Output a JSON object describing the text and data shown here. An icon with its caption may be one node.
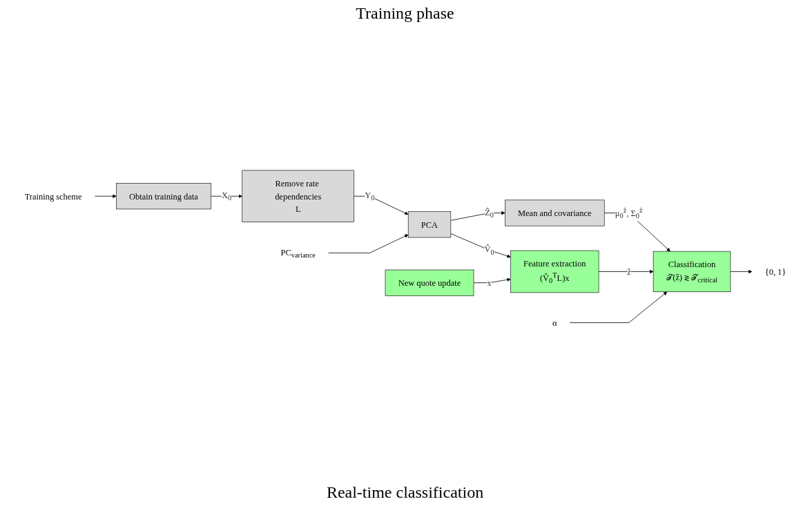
{
  "diagram": {
    "nodes": [
      {
        "text": [
          "Training scheme"
        ]
      },
      {
        "text": [
          "PC$_{variance}$"
        ]
      },
      {
        "text": [
          "Obtain training data"
        ]
      },
      {
        "text": [
          "Remove rate dependencies",
          "L"
        ]
      },
      {
        "text": [
          "PCA"
        ]
      },
      {
        "text": [
          "Mean and covariance"
        ]
      },
      {
        "text": [
          "New quote update"
        ]
      },
      {
        "text": [
          "Feature extraction",
          "(V̂$_{0}$$^{T}$L)x"
        ]
      },
      {
        "text": [
          "Classification",
          "𝒯(ẑ) ≷ 𝒯$_{critical}$"
        ]
      },
      {
        "text": [
          "{0, 1}"
        ]
      },
      {
        "text": [
          "α"
        ]
      }
    ],
    "edges": [
      {
        "from": 0,
        "to": 2,
        "arrow": "to"
      },
      {
        "from": 2,
        "to": 3,
        "arrow": "to",
        "label": "X$_{0}$"
      },
      {
        "from": 3,
        "to": 4,
        "arrow": "to",
        "label": "Y$_{0}$"
      },
      {
        "from": 1,
        "to": 4,
        "arrow": "to"
      },
      {
        "from": 4,
        "to": 5,
        "arrow": "to",
        "label": "Ẑ$_{0}$"
      },
      {
        "from": 4,
        "to": 7,
        "arrow": "to",
        "label": "V̂$_{0}$"
      },
      {
        "from": 5,
        "to": 8,
        "arrow": "to",
        "label": "μ$_{0}$$^{ẑ}$, Σ$_{0}$$^{ẑ}$"
      },
      {
        "from": 6,
        "to": 7,
        "arrow": "to",
        "label": "x"
      },
      {
        "from": 7,
        "to": 8,
        "arrow": "to",
        "label": "ẑ"
      },
      {
        "from": 8,
        "to": 9,
        "arrow": "to"
      },
      {
        "from": 10,
        "to": 8,
        "arrow": "to"
      }
    ],
    "labels": [
      "Training phase",
      "Real-time classification"
    ]
  }
}
